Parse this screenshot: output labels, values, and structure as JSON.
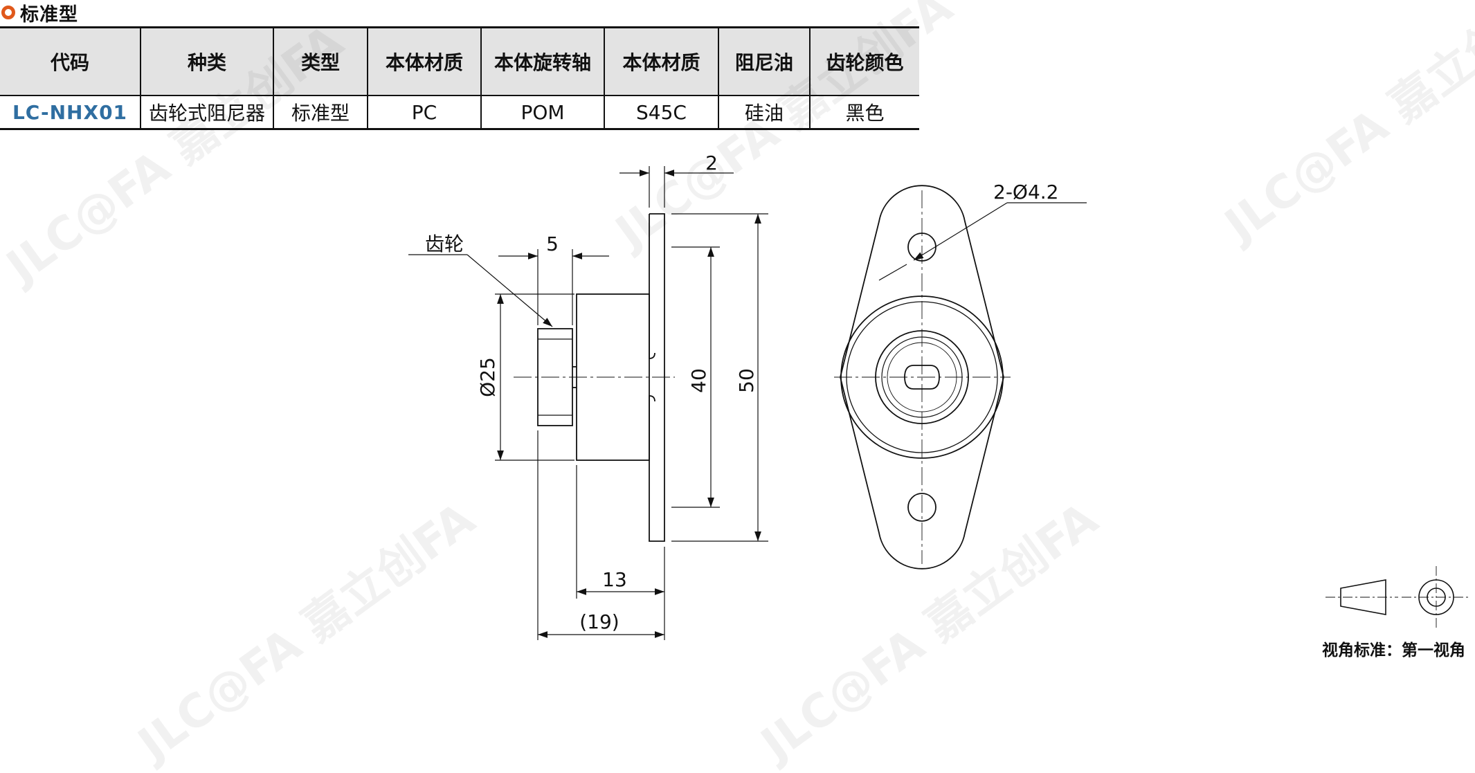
{
  "header": {
    "title": "标准型"
  },
  "table": {
    "columns": [
      "代码",
      "种类",
      "类型",
      "本体材质",
      "本体旋转轴",
      "本体材质",
      "阻尼油",
      "齿轮颜色"
    ],
    "rows": [
      [
        "LC-NHX01",
        "齿轮式阻尼器",
        "标准型",
        "PC",
        "POM",
        "S45C",
        "硅油",
        "黑色"
      ]
    ]
  },
  "drawing": {
    "gear_label": "齿轮",
    "dim_plate_thickness": "2",
    "dim_gear_width": "5",
    "dim_gear_diameter": "Ø25",
    "dim_hole_pitch": "40",
    "dim_overall_height": "50",
    "dim_body_length": "13",
    "dim_overall_length": "(19)",
    "dim_holes": "2-Ø4.2"
  },
  "view_standard": {
    "label": "视角标准：第一视角"
  },
  "watermark": {
    "text": "JLC@FA 嘉立创FA"
  },
  "colors": {
    "accent": "#e0581b",
    "code_text": "#2f6ea1",
    "header_bg": "#e3e3e3"
  }
}
